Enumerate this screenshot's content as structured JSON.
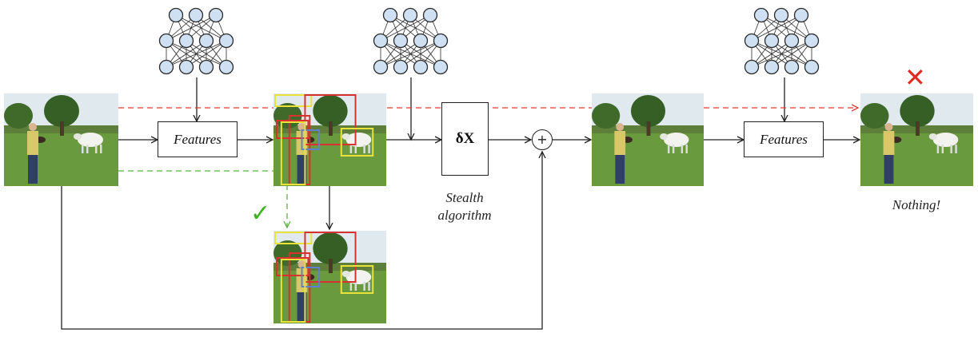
{
  "diagram": {
    "features_label_1": "Features",
    "features_label_2": "Features",
    "delta_label": "δX",
    "plus_symbol": "+",
    "stealth_caption_line1": "Stealth",
    "stealth_caption_line2": "algorithm",
    "nothing_caption": "Nothing!",
    "check_mark": "✓",
    "cross_mark": "✕",
    "colors": {
      "attack_path": "#e03a2e",
      "normal_path": "#5ab53c",
      "neuron_fill": "#cfe0f2",
      "neuron_stroke": "#2a2a2a",
      "box_red": "#d93030",
      "box_yellow": "#e8e23a",
      "box_blue": "#5f7fd0"
    }
  }
}
